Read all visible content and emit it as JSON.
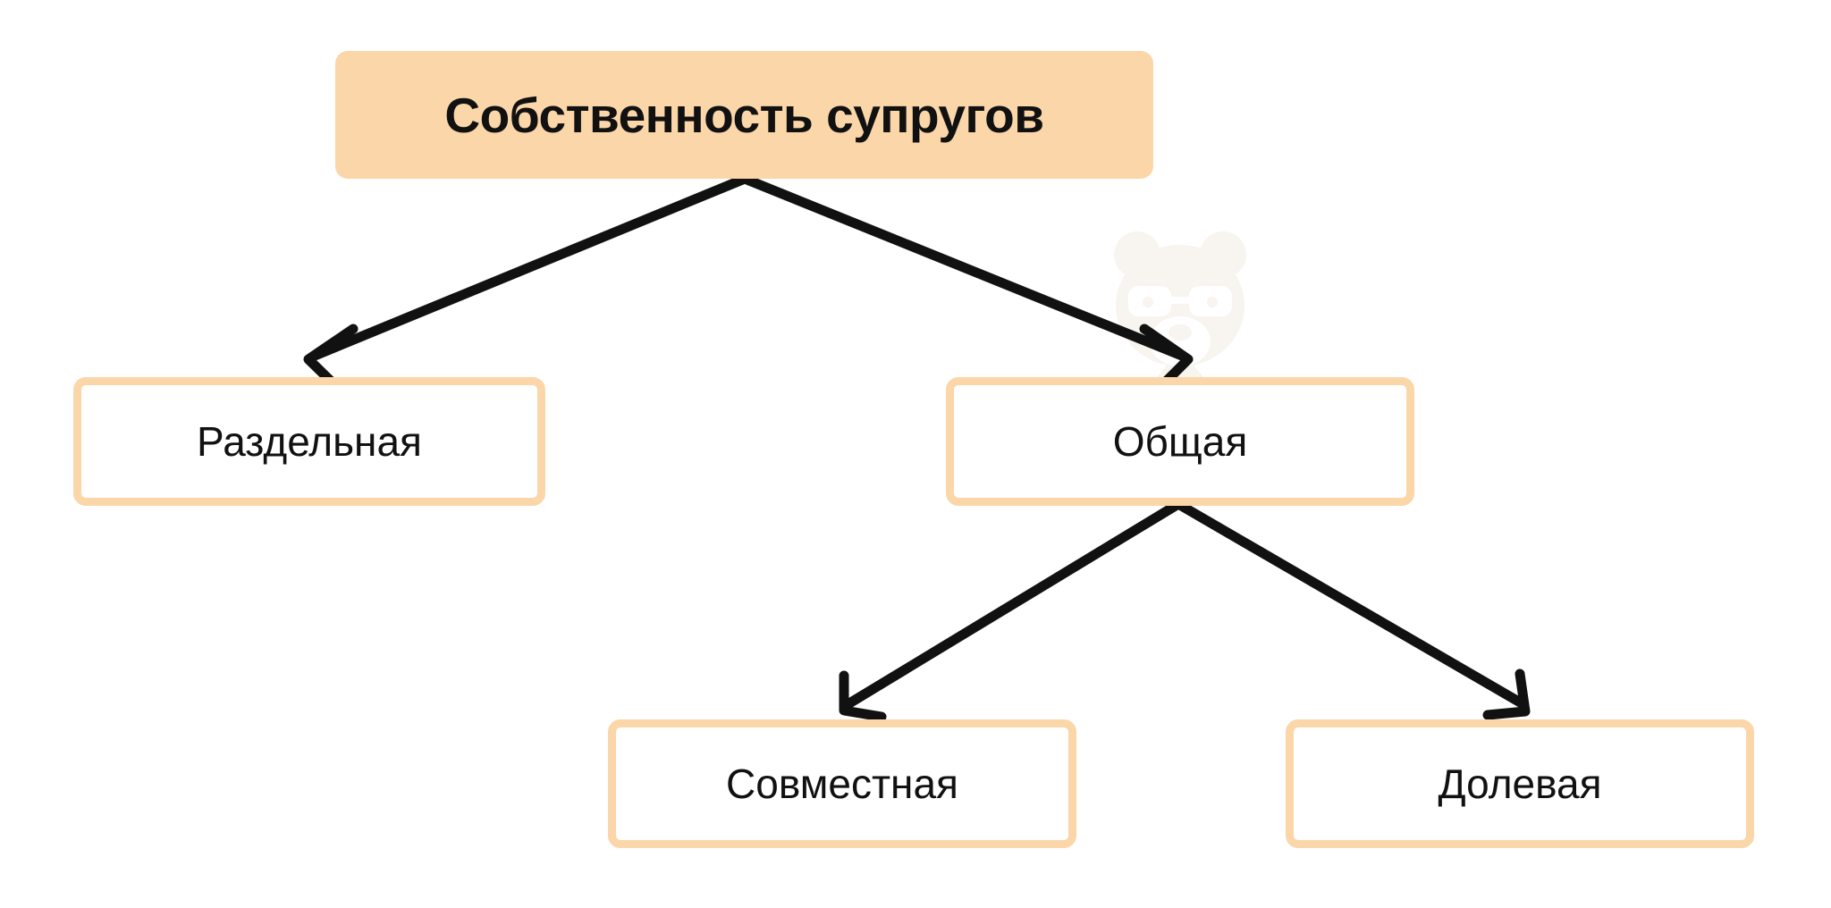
{
  "diagram": {
    "title_text": "Собственность супругов",
    "type": "hierarchy-tree",
    "background_color": "#ffffff",
    "accent_color": "#fbd6a8",
    "text_color": "#111111",
    "arrow_color": "#111111",
    "nodes": [
      {
        "id": "root",
        "label": "Собственность супругов",
        "level": 0,
        "style": "filled"
      },
      {
        "id": "separate",
        "label": "Раздельная",
        "level": 1,
        "style": "outlined"
      },
      {
        "id": "common",
        "label": "Общая",
        "level": 1,
        "style": "outlined"
      },
      {
        "id": "joint",
        "label": "Совместная",
        "level": 2,
        "style": "outlined"
      },
      {
        "id": "shared",
        "label": "Долевая",
        "level": 2,
        "style": "outlined"
      }
    ],
    "edges": [
      {
        "from": "root",
        "to": "separate",
        "direction": "down-left"
      },
      {
        "from": "root",
        "to": "common",
        "direction": "down-right"
      },
      {
        "from": "common",
        "to": "joint",
        "direction": "down-left"
      },
      {
        "from": "common",
        "to": "shared",
        "direction": "down-right"
      }
    ],
    "watermark": {
      "name": "bear-with-glasses-reading-book-watermark",
      "color": "#f7f3ee"
    }
  }
}
